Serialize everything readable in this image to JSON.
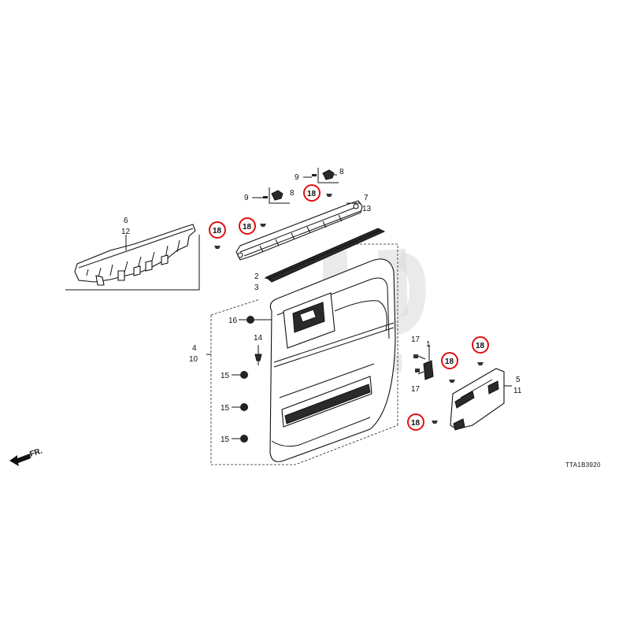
{
  "labels": {
    "p1": "1",
    "p2": "2",
    "p3": "3",
    "p4": "4",
    "p5": "5",
    "p6": "6",
    "p7": "7",
    "p8": "8",
    "p9": "9",
    "p10": "10",
    "p11": "11",
    "p12": "12",
    "p13": "13",
    "p14": "14",
    "p15": "15",
    "p16": "16",
    "p17": "17",
    "p18": "18",
    "front": "FR."
  },
  "diagram_code": "TTA1B3920",
  "colors": {
    "highlight": "#e01010",
    "line": "#111111",
    "background": "#ffffff"
  }
}
